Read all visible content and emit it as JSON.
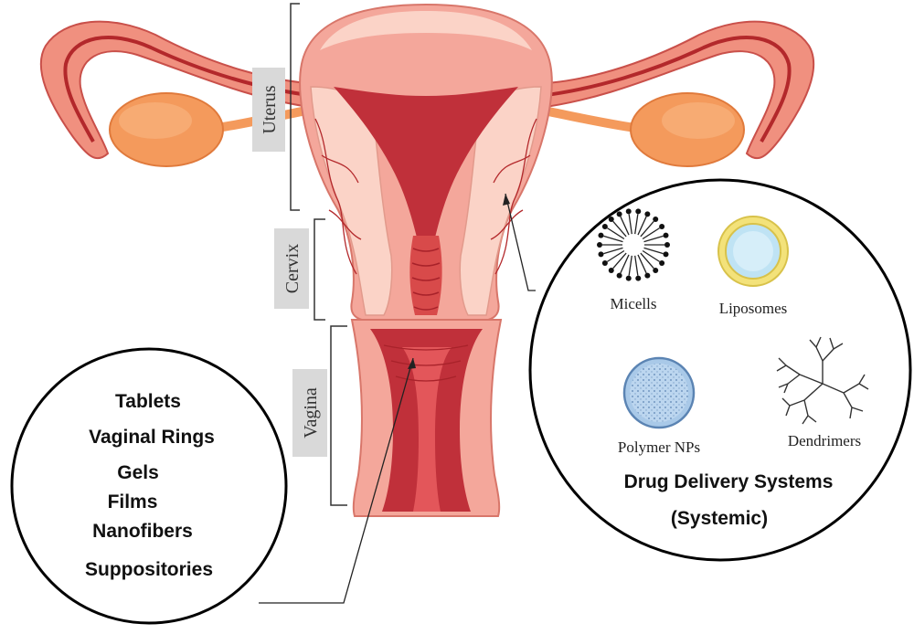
{
  "anatomy_labels": {
    "uterus": "Uterus",
    "cervix": "Cervix",
    "vagina": "Vagina"
  },
  "local_dosage_forms": [
    "Tablets",
    "Vaginal Rings",
    "Gels",
    "Films",
    "Nanofibers",
    "Suppositories"
  ],
  "drug_delivery_systems": {
    "items": {
      "micelles": "Micells",
      "liposomes": "Liposomes",
      "polymer_nps": "Polymer NPs",
      "dendrimers": "Dendrimers"
    },
    "title_line1": "Drug Delivery Systems",
    "title_line2": "(Systemic)"
  },
  "colors": {
    "tissue_pink": "#f4a79b",
    "tissue_light": "#fbd3c7",
    "dark_red": "#b3282b",
    "ovary_orange": "#f49a5c",
    "label_box": "#d9d9d9",
    "liposome_yellow": "#f3e27a",
    "liposome_blue": "#bfe3f4",
    "nanoparticle_blue": "#a9c9e8"
  }
}
